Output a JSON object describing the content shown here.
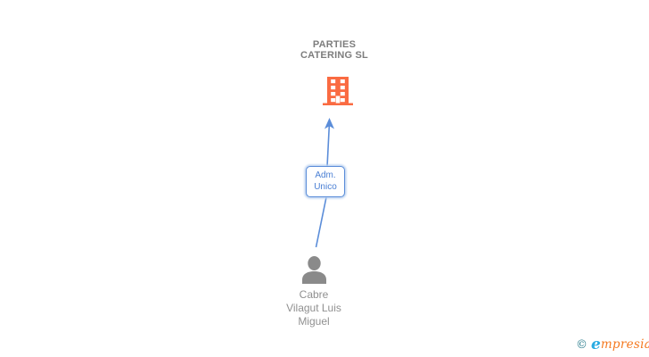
{
  "diagram": {
    "company": {
      "name": "PARTIES CATERING SL",
      "name_lines": [
        "PARTIES",
        "CATERING SL"
      ],
      "icon": "building-icon",
      "icon_color": "#fa6b42"
    },
    "relationship": {
      "label": "Adm. Unico",
      "label_lines": [
        "Adm.",
        "Unico"
      ],
      "line_color": "#5b8dd9",
      "direction": "person-to-company"
    },
    "person": {
      "name": "Cabre Vilagut Luis Miguel",
      "name_lines": [
        "Cabre",
        "Vilagut Luis",
        "Miguel"
      ],
      "icon": "person-icon",
      "icon_color": "#8a8a8a"
    }
  },
  "footer": {
    "logo": {
      "copyright": "©",
      "brand_first_letter": "e",
      "brand_rest": "mpresia",
      "copyright_color": "#2e7f8f",
      "first_letter_color": "#29abe2",
      "rest_color": "#f47920"
    }
  },
  "colors": {
    "company_text": "#7d7d7d",
    "person_text": "#909090",
    "edge_blue": "#5b8dd9",
    "building_orange": "#fa6b42",
    "person_gray": "#8a8a8a",
    "background": "#ffffff"
  }
}
